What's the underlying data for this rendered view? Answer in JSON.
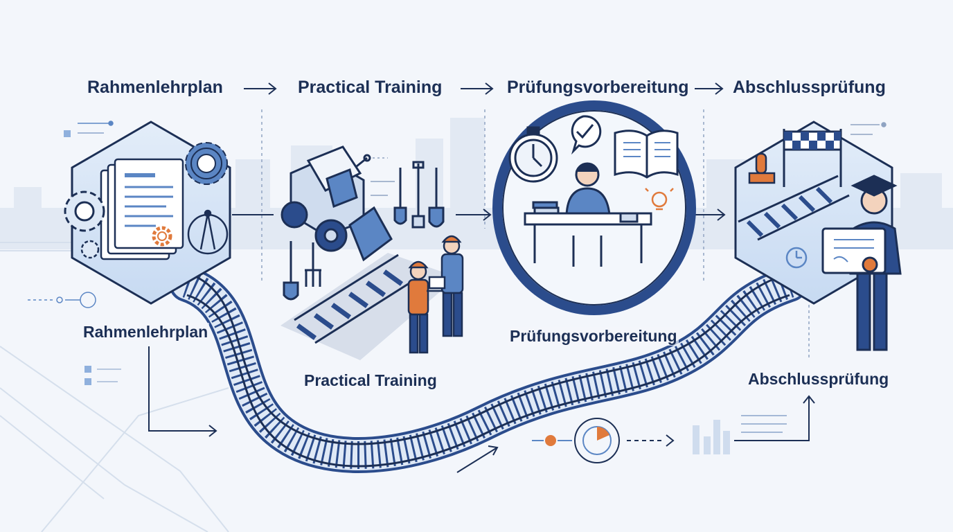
{
  "header": {
    "steps": [
      {
        "title": "Rahmenlehrplan"
      },
      {
        "title": "Practical Training"
      },
      {
        "title": "Prüfungsvorbereitung"
      },
      {
        "title": "Abschlussprüfung"
      }
    ]
  },
  "stages": [
    {
      "label": "Rahmenlehrplan"
    },
    {
      "label": "Practical Training"
    },
    {
      "label": "Prüfungsvorbereitung"
    },
    {
      "label": "Abschlussprüfung"
    }
  ],
  "colors": {
    "navy": "#1c2f55",
    "blue": "#2b4c8c",
    "light_blue": "#cfe0f5",
    "orange": "#e07a3c",
    "background": "#f3f6fb"
  }
}
